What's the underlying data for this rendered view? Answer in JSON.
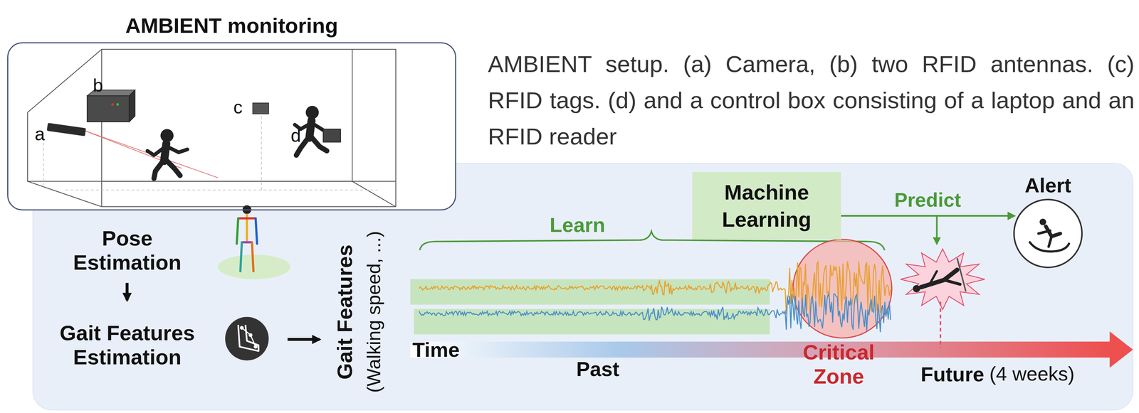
{
  "diagram": {
    "caption": "AMBIENT setup. (a) Camera, (b) two RFID antennas. (c) RFID tags. (d) and a control box consisting of a laptop and an RFID reader",
    "nodes": [
      {
        "text": [
          "AMBIENT monitoring"
        ]
      },
      {
        "text": [
          "Machine Learning"
        ]
      },
      {
        "text": [
          "Alert"
        ]
      }
    ],
    "edges": [
      {
        "from": 1,
        "to": 2,
        "label": "Predict",
        "arrow": "to"
      }
    ],
    "labels": [
      "a",
      "b",
      "c",
      "d",
      "Pose Estimation",
      "Gait Features Estimation",
      "Gait Features",
      "(Walking speed, ...)",
      "Learn",
      "Time",
      "Past",
      "Critical Zone",
      "Future",
      "(4 weeks)"
    ]
  }
}
